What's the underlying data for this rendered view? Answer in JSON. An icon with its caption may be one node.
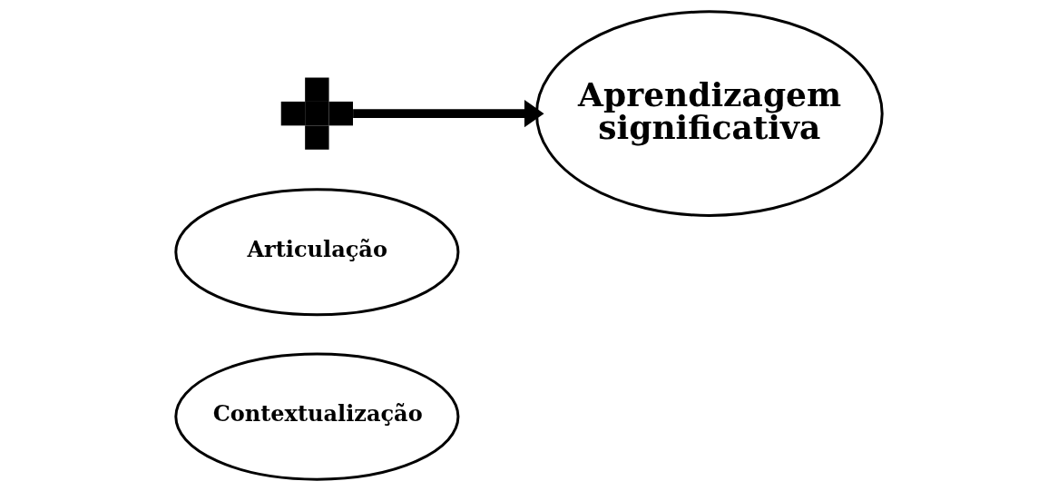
{
  "diagram": {
    "nodes": [
      {
        "text": [
          "Contextualização"
        ]
      },
      {
        "text": [
          "Articulação"
        ]
      },
      {
        "text": [
          "Aprendizagem significativa"
        ]
      },
      {
        "text": [],
        "shape": "plus"
      }
    ],
    "edges": [
      {
        "from": 3,
        "to": 2,
        "arrow": "to"
      }
    ]
  }
}
